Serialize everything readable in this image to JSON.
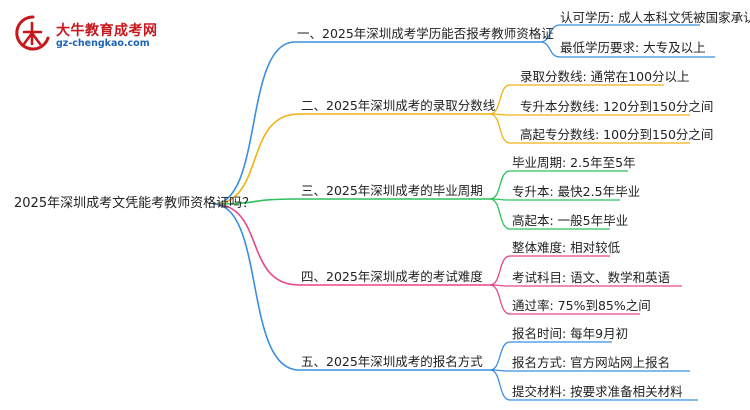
{
  "logo": {
    "name": "大牛教育成考网",
    "url": "gz-chengkao.com"
  },
  "colors": {
    "branch1": "#3b8fe0",
    "branch2": "#f0b214",
    "branch3": "#2ec05a",
    "branch4": "#e8468a",
    "branch5": "#3b8fe0"
  },
  "mindmap": {
    "root": "2025年深圳成考文凭能考教师资格证吗？",
    "branches": [
      {
        "label": "一、2025年深圳成考学历能否报考教师资格证",
        "children": [
          "认可学历: 成人本科文凭被国家承认",
          "最低学历要求: 大专及以上"
        ]
      },
      {
        "label": "二、2025年深圳成考的录取分数线",
        "children": [
          "录取分数线: 通常在100分以上",
          "专升本分数线: 120分到150分之间",
          "高起专分数线: 100分到150分之间"
        ]
      },
      {
        "label": "三、2025年深圳成考的毕业周期",
        "children": [
          "毕业周期: 2.5年至5年",
          "专升本: 最快2.5年毕业",
          "高起本: 一般5年毕业"
        ]
      },
      {
        "label": "四、2025年深圳成考的考试难度",
        "children": [
          "整体难度: 相对较低",
          "考试科目: 语文、数学和英语",
          "通过率: 75%到85%之间"
        ]
      },
      {
        "label": "五、2025年深圳成考的报名方式",
        "children": [
          "报名时间: 每年9月初",
          "报名方式: 官方网站网上报名",
          "提交材料: 按要求准备相关材料"
        ]
      }
    ]
  }
}
